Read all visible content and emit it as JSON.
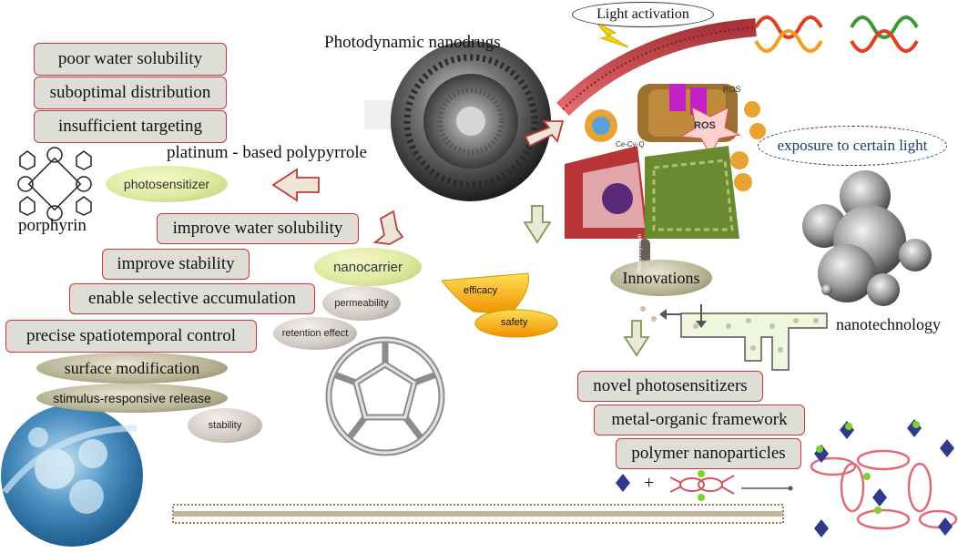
{
  "center": {
    "title": "Photodynamic nanodrugs"
  },
  "challenges": [
    "poor water solubility",
    "suboptimal distribution",
    "insufficient targeting"
  ],
  "platinum_label": "platinum - based polypyrrole",
  "photosensitizer_label": "photosensitizer",
  "porphyrin_label": "porphyrin",
  "benefits": [
    "improve water solubility",
    "improve stability",
    "enable selective accumulation",
    "precise spatiotemporal control"
  ],
  "nanocarrier_label": "nanocarrier",
  "epr": [
    "permeability",
    "retention effect"
  ],
  "strategies": [
    "surface modification",
    "stimulus-responsive release"
  ],
  "stability_label": "stability",
  "outcomes": [
    "efficacy",
    "safety"
  ],
  "light_activation_label": "Light activation",
  "ros_label": "ROS",
  "cell_drug_label": "Ce-Cy-Q",
  "exposure_label": "exposure to certain light",
  "innovations_label": "Innovations",
  "tube_label": "Phosphorylation",
  "nanotech_label": "nanotechnology",
  "innovation_items": [
    "novel photosensitizers",
    "metal-organic framework",
    "polymer nanoparticles"
  ],
  "plus_sign": "+",
  "colors": {
    "box_border": "#c0393b",
    "box_fill": "#deddd6",
    "arrow_fill": "#ece7d6",
    "arrow_red": "#c0393b",
    "arrow_green": "#7a9a55",
    "outcome_gold": "#f3c020"
  }
}
